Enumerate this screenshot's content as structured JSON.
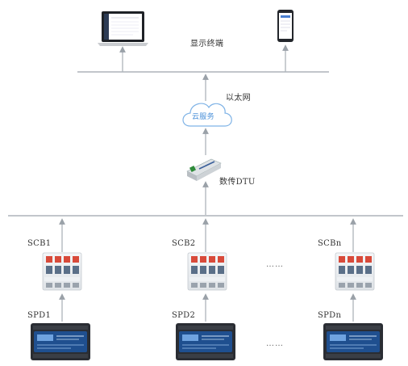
{
  "labels": {
    "display_terminal": "显示终端",
    "ethernet": "以太网",
    "cloud_service": "云服务",
    "dtu": "数传DTU",
    "scb1": "SCB1",
    "scb2": "SCB2",
    "scbn": "SCBn",
    "spd1": "SPD1",
    "spd2": "SPD2",
    "spdn": "SPDn",
    "ellipsis_scb": "……",
    "ellipsis_spd": "……"
  },
  "colors": {
    "line": "#aeb4ba",
    "arrow": "#9aa1a8",
    "cloud_stroke": "#7fb3e6",
    "cloud_text": "#4a90d9",
    "spd_body": "#2a2d33",
    "spd_panel": "#1f4f8f"
  }
}
